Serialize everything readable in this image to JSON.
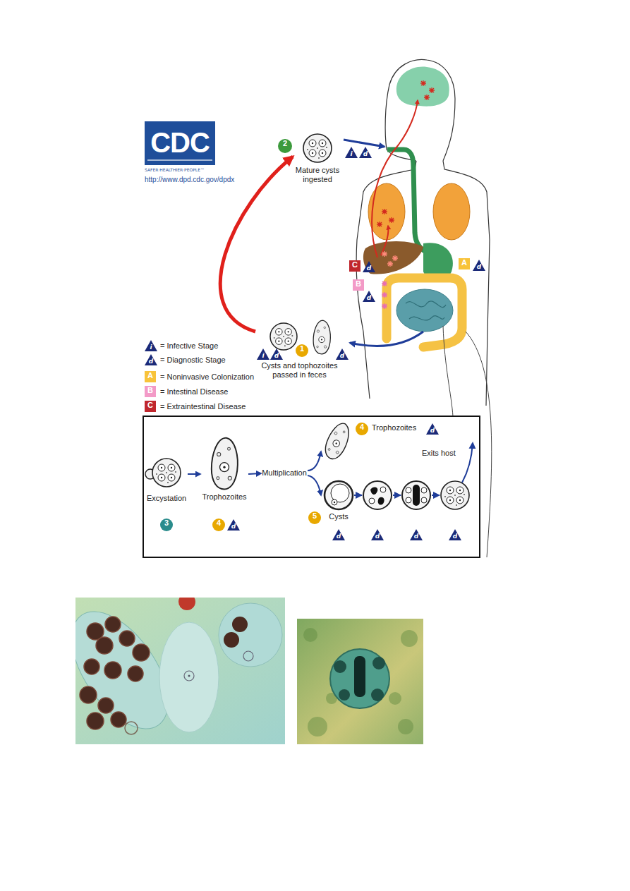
{
  "diagram": {
    "nodes": [
      {
        "text": [
          "Mature cysts ingested"
        ]
      },
      {
        "text": [
          "Cysts and tophozoites passed in feces"
        ]
      },
      {
        "text": [
          "Excystation"
        ]
      },
      {
        "text": [
          "Trophozoites"
        ]
      },
      {
        "text": [
          "Multiplication"
        ]
      },
      {
        "text": [
          "Trophozoites"
        ]
      },
      {
        "text": [
          "Cysts"
        ]
      }
    ],
    "edges": [
      {
        "from": 1,
        "to": 0,
        "arrow": "to"
      },
      {
        "from": 2,
        "to": 3,
        "arrow": "to"
      },
      {
        "from": 3,
        "to": 4,
        "arrow": "to"
      },
      {
        "from": 4,
        "to": 5,
        "arrow": "to"
      },
      {
        "from": 4,
        "to": 6,
        "arrow": "to"
      }
    ],
    "labels": [
      "CDC",
      "SAFER·HEALTHIER·PEOPLE™",
      "http://www.dpd.cdc.gov/dpdx",
      "2",
      "i",
      "d",
      "C",
      "d",
      "A",
      "d",
      "B",
      "d",
      "i",
      "d",
      "A",
      "B",
      "C",
      "i",
      "d",
      "1",
      "d",
      "4",
      "d",
      "3",
      "4",
      "d",
      "5",
      "d",
      "d",
      "d",
      "d",
      "Exits host"
    ],
    "legend": [
      {
        "text": "= Infective Stage"
      },
      {
        "text": "= Diagnostic Stage"
      },
      {
        "text": "= Noninvasive Colonization",
        "color": "#f8c33a"
      },
      {
        "text": "= Intestinal Disease",
        "color": "#f39ac7"
      },
      {
        "text": "= Extraintestinal Disease",
        "color": "#c0272d"
      }
    ]
  }
}
